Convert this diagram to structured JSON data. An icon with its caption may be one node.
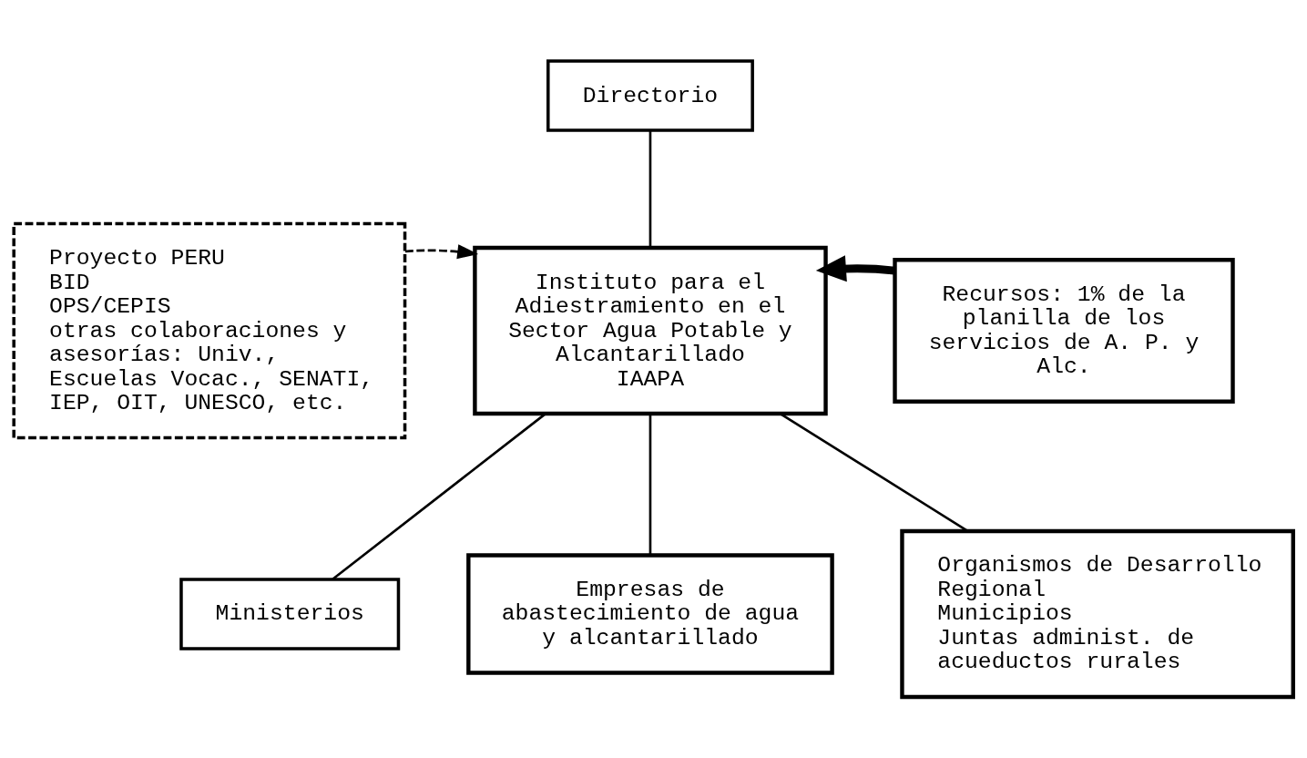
{
  "diagram": {
    "nodes": [
      {
        "text": [
          "Directorio"
        ]
      },
      {
        "text": [
          "Proyecto PERU",
          "BID",
          "OPS/CEPIS",
          "otras colaboraciones y asesorías: Univ., Escuelas Vocac., SENATI, IEP, OIT, UNESCO, etc."
        ]
      },
      {
        "text": [
          "Instituto para el Adiestramiento en el Sector Agua Potable y Alcantarillado",
          "IAAPA"
        ]
      },
      {
        "text": [
          "Recursos: 1% de la planilla de los servicios de A. P. y Alc."
        ]
      },
      {
        "text": [
          "Ministerios"
        ]
      },
      {
        "text": [
          "Empresas de abastecimiento de agua y alcantarillado"
        ]
      },
      {
        "text": [
          "Organismos de Desarrollo Regional",
          "Municipios",
          "Juntas administ. de acueductos rurales"
        ]
      }
    ],
    "edges": [
      {
        "from": 0,
        "to": 2,
        "arrow": "none"
      },
      {
        "from": 1,
        "to": 2,
        "arrow": "to",
        "style": "dashed"
      },
      {
        "from": 3,
        "to": 2,
        "arrow": "to",
        "style": "thick"
      },
      {
        "from": 2,
        "to": 4,
        "arrow": "none"
      },
      {
        "from": 2,
        "to": 5,
        "arrow": "none"
      },
      {
        "from": 2,
        "to": 6,
        "arrow": "none"
      }
    ]
  }
}
